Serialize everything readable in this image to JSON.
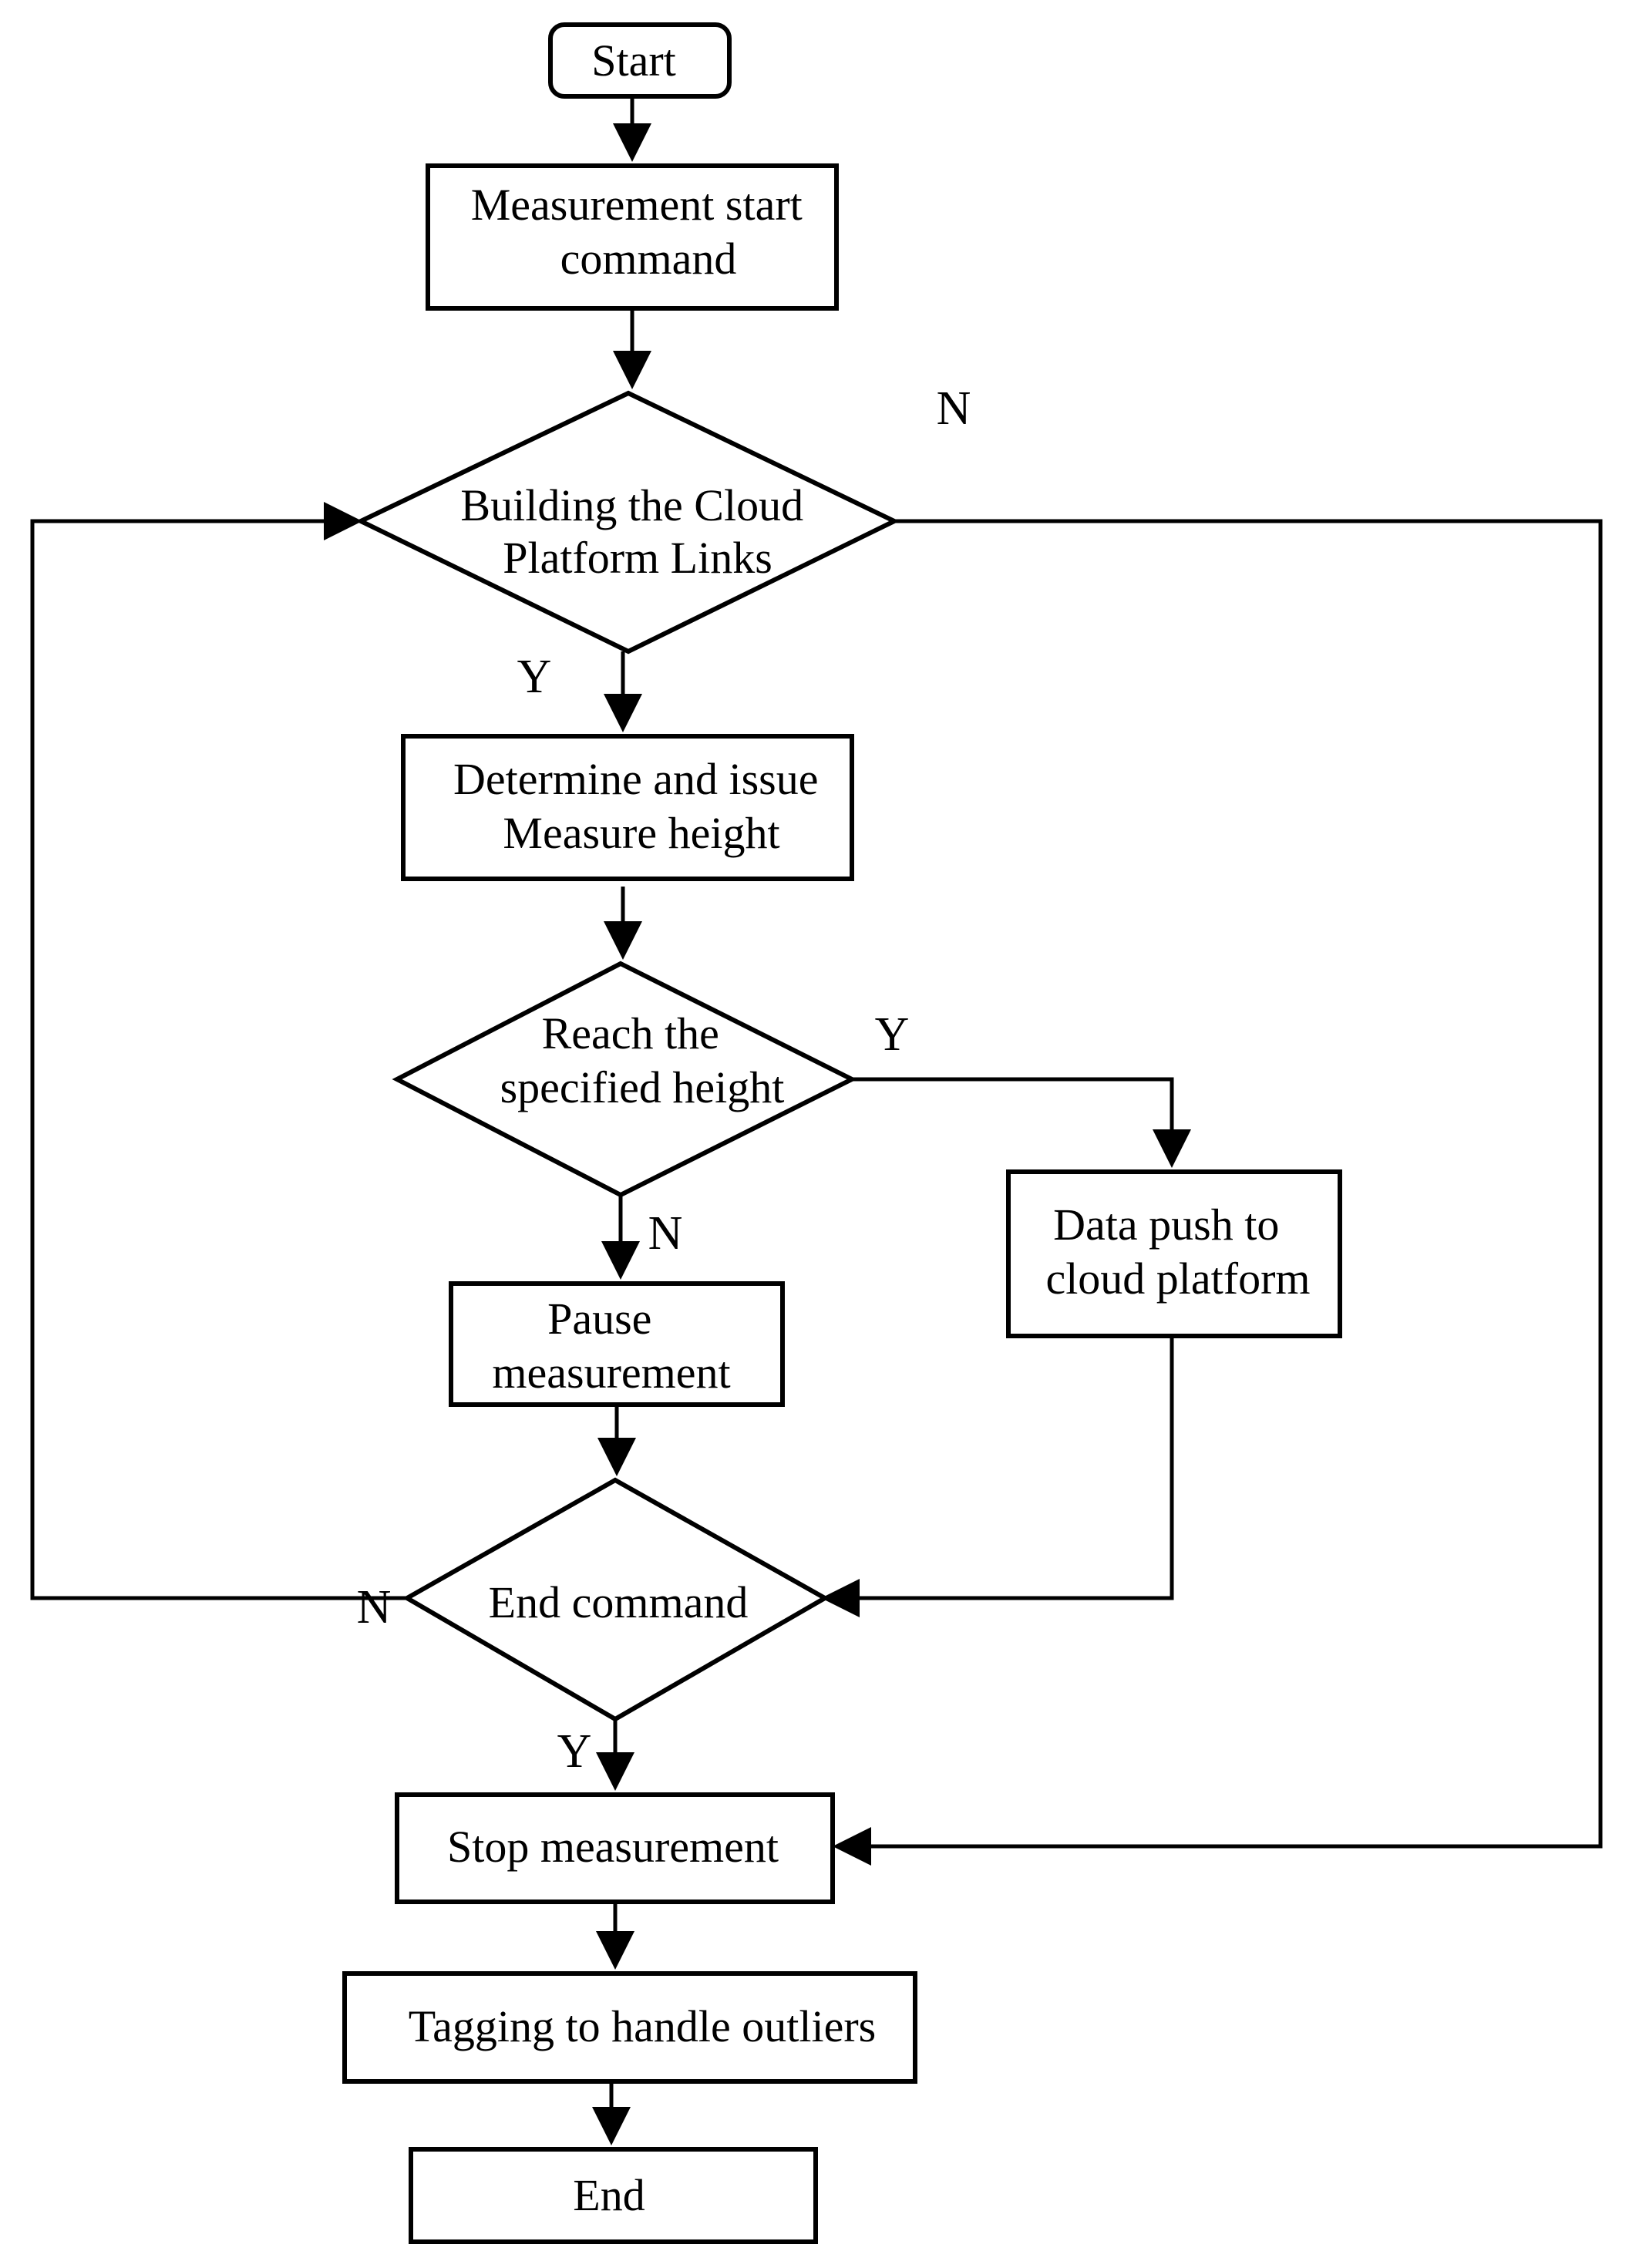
{
  "nodes": {
    "start": {
      "lines": [
        "Start"
      ]
    },
    "measurement_start": {
      "lines": [
        "Measurement start",
        "command"
      ]
    },
    "cloud_link": {
      "lines": [
        "Building the Cloud",
        "Platform Links"
      ]
    },
    "determine_height": {
      "lines": [
        "Determine and issue",
        "Measure height"
      ]
    },
    "reach_height": {
      "lines": [
        "Reach the",
        "specified height"
      ]
    },
    "data_push": {
      "lines": [
        "Data push to",
        "cloud platform"
      ]
    },
    "pause": {
      "lines": [
        "Pause",
        "measurement"
      ]
    },
    "end_command": {
      "lines": [
        "End command"
      ]
    },
    "stop": {
      "lines": [
        "Stop measurement"
      ]
    },
    "tagging": {
      "lines": [
        "Tagging to handle outliers"
      ]
    },
    "end": {
      "lines": [
        "End"
      ]
    }
  },
  "labels": {
    "cloud_no": "N",
    "cloud_yes": "Y",
    "reach_yes": "Y",
    "reach_no": "N",
    "end_no": "N",
    "end_yes": "Y"
  }
}
